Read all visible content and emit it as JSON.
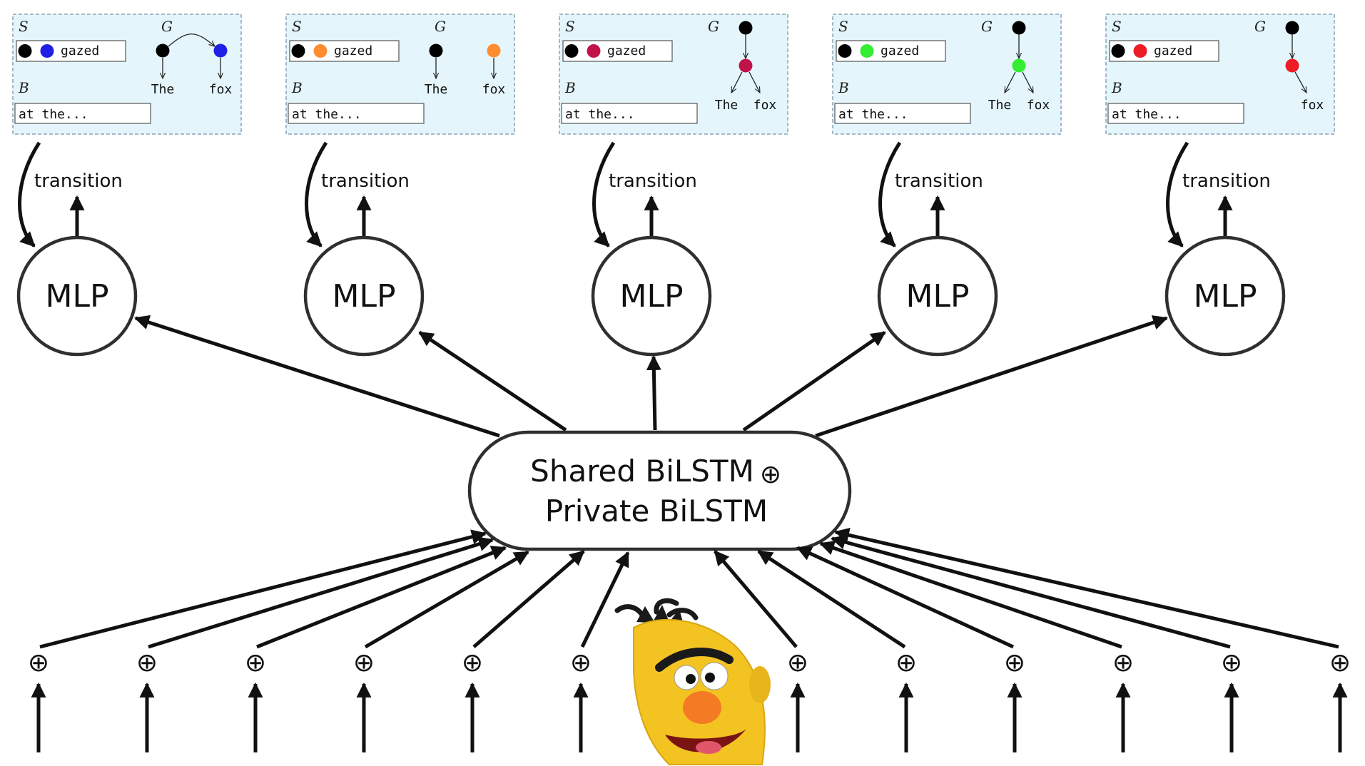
{
  "parser_states": [
    {
      "stack_label": "S",
      "graph_label": "G",
      "buffer_label": "B",
      "stack_word": "gazed",
      "buffer_text": "at the...",
      "node_color": "#1f1fe6",
      "tree": "arc",
      "words": [
        "The",
        "fox"
      ]
    },
    {
      "stack_label": "S",
      "graph_label": "G",
      "buffer_label": "B",
      "stack_word": "gazed",
      "buffer_text": "at the...",
      "node_color": "#ff8c2e",
      "tree": "separate",
      "words": [
        "The",
        "fox"
      ]
    },
    {
      "stack_label": "S",
      "graph_label": "G",
      "buffer_label": "B",
      "stack_word": "gazed",
      "buffer_text": "at the...",
      "node_color": "#c0134a",
      "tree": "chain2",
      "words": [
        "The",
        "fox"
      ]
    },
    {
      "stack_label": "S",
      "graph_label": "G",
      "buffer_label": "B",
      "stack_word": "gazed",
      "buffer_text": "at the...",
      "node_color": "#33ee33",
      "tree": "chain2",
      "words": [
        "The",
        "fox"
      ]
    },
    {
      "stack_label": "S",
      "graph_label": "G",
      "buffer_label": "B",
      "stack_word": "gazed",
      "buffer_text": "at the...",
      "node_color": "#ee1c24",
      "tree": "chain1",
      "words": [
        "fox"
      ]
    }
  ],
  "transition_label": "transition",
  "mlp_label": "MLP",
  "encoder": {
    "line1": "Shared BiLSTM",
    "line2": "Private BiLSTM",
    "op_symbol": "⊕"
  },
  "input_count": 12,
  "input_op_symbol": "⊕",
  "picture": "bert-muppet-image",
  "colors": {
    "panel_fill": "#e4f6fc",
    "panel_border": "#8aa3b4",
    "stroke": "#2f2f2f"
  }
}
